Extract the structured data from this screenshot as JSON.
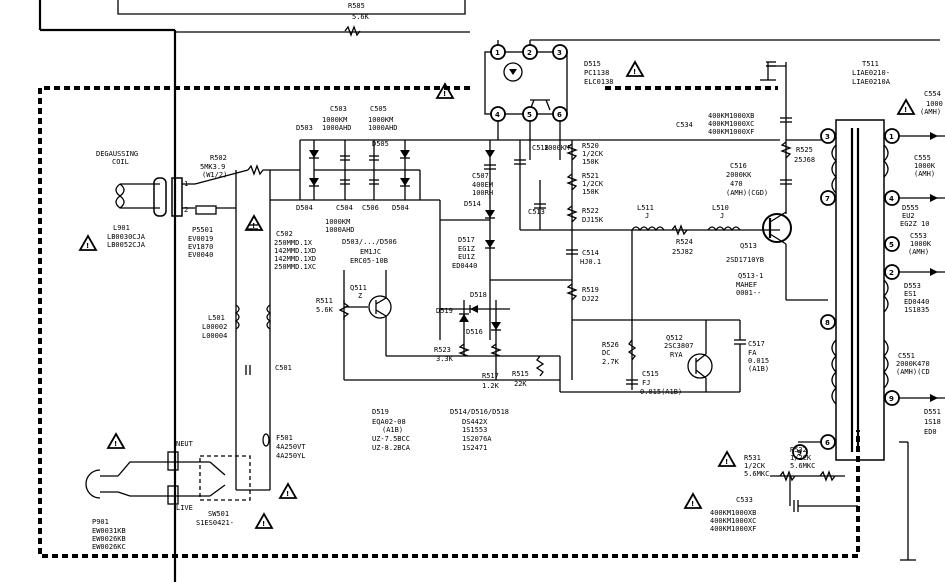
{
  "components": {
    "r585": {
      "ref": "R585",
      "val": "5.6K"
    },
    "r502": {
      "ref": "R502",
      "val": "5MK3.9",
      "sub": "(W1/2)"
    },
    "degauss": {
      "line1": "DEGAUSSING",
      "line2": "COIL"
    },
    "l901": {
      "ref": "L901",
      "v1": "LB0030CJA",
      "v2": "LB0052CJA"
    },
    "p5501": {
      "ref": "P5501",
      "v1": "EV0019",
      "v2": "EV1870",
      "v3": "EV0040"
    },
    "c503": {
      "ref": "C503",
      "val": "1000KM",
      "sub": "1000AHD"
    },
    "c505": {
      "ref": "C505",
      "val": "1000KM",
      "sub": "1000AHD"
    },
    "d503": {
      "ref": "D503"
    },
    "d504a": {
      "ref": "D504"
    },
    "c504": {
      "ref": "C504"
    },
    "c506": {
      "ref": "C506"
    },
    "d504b": {
      "ref": "D504"
    },
    "d505": {
      "ref": "D505"
    },
    "c504val": {
      "val": "1000KM",
      "sub": "1000AHD"
    },
    "d503_506": {
      "ref": "D503/.../D506",
      "v1": "ERC05-10B",
      "v2": "EM1JC"
    },
    "c502": {
      "ref": "C502",
      "v1": "250MMD.1X",
      "v2": "142MMD.1XD",
      "v3": "142MMD.1XD",
      "v4": "250MMD.1XC"
    },
    "r511": {
      "ref": "R511",
      "val": "5.6K"
    },
    "q511": {
      "ref": "Q511",
      "val": "Z"
    },
    "l501": {
      "ref": "L501",
      "v1": "L00002",
      "v2": "L00004"
    },
    "c501": {
      "ref": "C501"
    },
    "f501": {
      "ref": "F501",
      "v1": "4A250VT",
      "v2": "4A250YL"
    },
    "neut": {
      "label": "NEUT"
    },
    "live": {
      "label": "LIVE"
    },
    "p901": {
      "ref": "P901",
      "v1": "EW0031KB",
      "v2": "EW0026KB",
      "v3": "EW0026KC"
    },
    "sw501": {
      "ref": "SW501",
      "val": "S1ES0421-"
    },
    "d515": {
      "ref": "D515",
      "v1": "PC1138",
      "v2": "ELC0138"
    },
    "c507": {
      "ref": "C507",
      "v1": "400EM",
      "v2": "100RH"
    },
    "c518": {
      "ref": "C518",
      "val": "1000KM"
    },
    "c513": {
      "ref": "C513"
    },
    "d514": {
      "ref": "D514"
    },
    "d517": {
      "ref": "D517",
      "v1": "EG1Z",
      "v2": "EU1Z",
      "v3": "ED0440"
    },
    "d518": {
      "ref": "D518"
    },
    "d519": {
      "ref": "D519"
    },
    "d516": {
      "ref": "D516"
    },
    "r523": {
      "ref": "R523",
      "val": "3.3K"
    },
    "r517": {
      "ref": "R517",
      "val": "1.2K"
    },
    "r515": {
      "ref": "R515",
      "val": "22K"
    },
    "d519b": {
      "ref": "D519",
      "v1": "EQA02-08",
      "v2": "(A1B)",
      "v3": "UZ-7.5BCC",
      "v4": "UZ-8.2BCA"
    },
    "d514set": {
      "ref": "D514/D516/D518",
      "v1": "DS442X",
      "v2": "1S1553",
      "v3": "1S2076A",
      "v4": "1S2471"
    },
    "r520": {
      "ref": "R520",
      "v1": "1/2CK",
      "v2": "150K"
    },
    "r521": {
      "ref": "R521",
      "v1": "1/2CK",
      "v2": "150K"
    },
    "r522": {
      "ref": "R522",
      "val": "DJ15K"
    },
    "c514": {
      "ref": "C514",
      "val": "HJ0.1"
    },
    "r519": {
      "ref": "R519",
      "val": "DJ22"
    },
    "r526": {
      "ref": "R526",
      "v1": "DC",
      "v2": "2.7K"
    },
    "c515": {
      "ref": "C515",
      "v1": "FJ",
      "v2": "0.015(A1B)"
    },
    "q512": {
      "ref": "Q512",
      "v1": "2SC3807",
      "v2": "RYA"
    },
    "c517": {
      "ref": "C517",
      "v1": "FA",
      "v2": "0.015",
      "v3": "(A1B)"
    },
    "c534": {
      "ref": "C534",
      "v1": "400KM1000XB",
      "v2": "400KM1000XC",
      "v3": "400KM1000XF"
    },
    "r525": {
      "ref": "R525",
      "val": "25J68"
    },
    "c516": {
      "ref": "C516",
      "v1": "2000KK",
      "v2": "470",
      "v3": "(AMH)(CGD)"
    },
    "l511": {
      "ref": "L511",
      "val": "J"
    },
    "l510": {
      "ref": "L510",
      "val": "J"
    },
    "r524": {
      "ref": "R524",
      "val": "25J82"
    },
    "q513": {
      "ref": "Q513",
      "val": "2SD1710YB"
    },
    "q513_1": {
      "ref": "Q513-1",
      "v1": "MAHEF",
      "v2": "0001--"
    },
    "r531": {
      "ref": "R531",
      "v1": "1/2CK",
      "v2": "5.6MKC"
    },
    "r532": {
      "ref": "R532",
      "v1": "1/2CK",
      "v2": "5.6MKC"
    },
    "c533": {
      "ref": "C533",
      "v1": "400KM1000XB",
      "v2": "400KM1000XC",
      "v3": "400KM1000XF"
    },
    "t511": {
      "ref": "T511",
      "v1": "LIAE0210-",
      "v2": "LIAE0210A"
    },
    "c554": {
      "ref": "C554",
      "v1": "1000",
      "v2": "(AMH)"
    },
    "c555": {
      "ref": "C555",
      "v1": "1000K",
      "v2": "(AMH)"
    },
    "d555": {
      "ref": "D555",
      "v1": "EU2",
      "v2": "EG2Z 10"
    },
    "c553": {
      "ref": "C553",
      "v1": "1000K",
      "v2": "(AMH)"
    },
    "d553": {
      "ref": "D553",
      "v1": "ES1",
      "v2": "ED0440",
      "v3": "1S1835"
    },
    "c551": {
      "ref": "C551",
      "v1": "2000K470",
      "v2": "(AMH)(CD"
    },
    "d551": {
      "ref": "D551",
      "v1": "1S18",
      "v2": "ED0"
    },
    "pins": {
      "p1": "1",
      "p2": "2",
      "p3": "3",
      "p4": "4",
      "p5": "5",
      "p6": "6",
      "p7": "7",
      "p8": "8",
      "p9": "9"
    },
    "tpins": {
      "t1": "1",
      "t2": "2",
      "t3": "3",
      "t4": "4",
      "t5": "5",
      "t6": "6",
      "t7": "7",
      "t8": "8",
      "t9": "9"
    },
    "coilpin1": "1",
    "coilpin2": "2"
  },
  "warning_symbol": "!"
}
